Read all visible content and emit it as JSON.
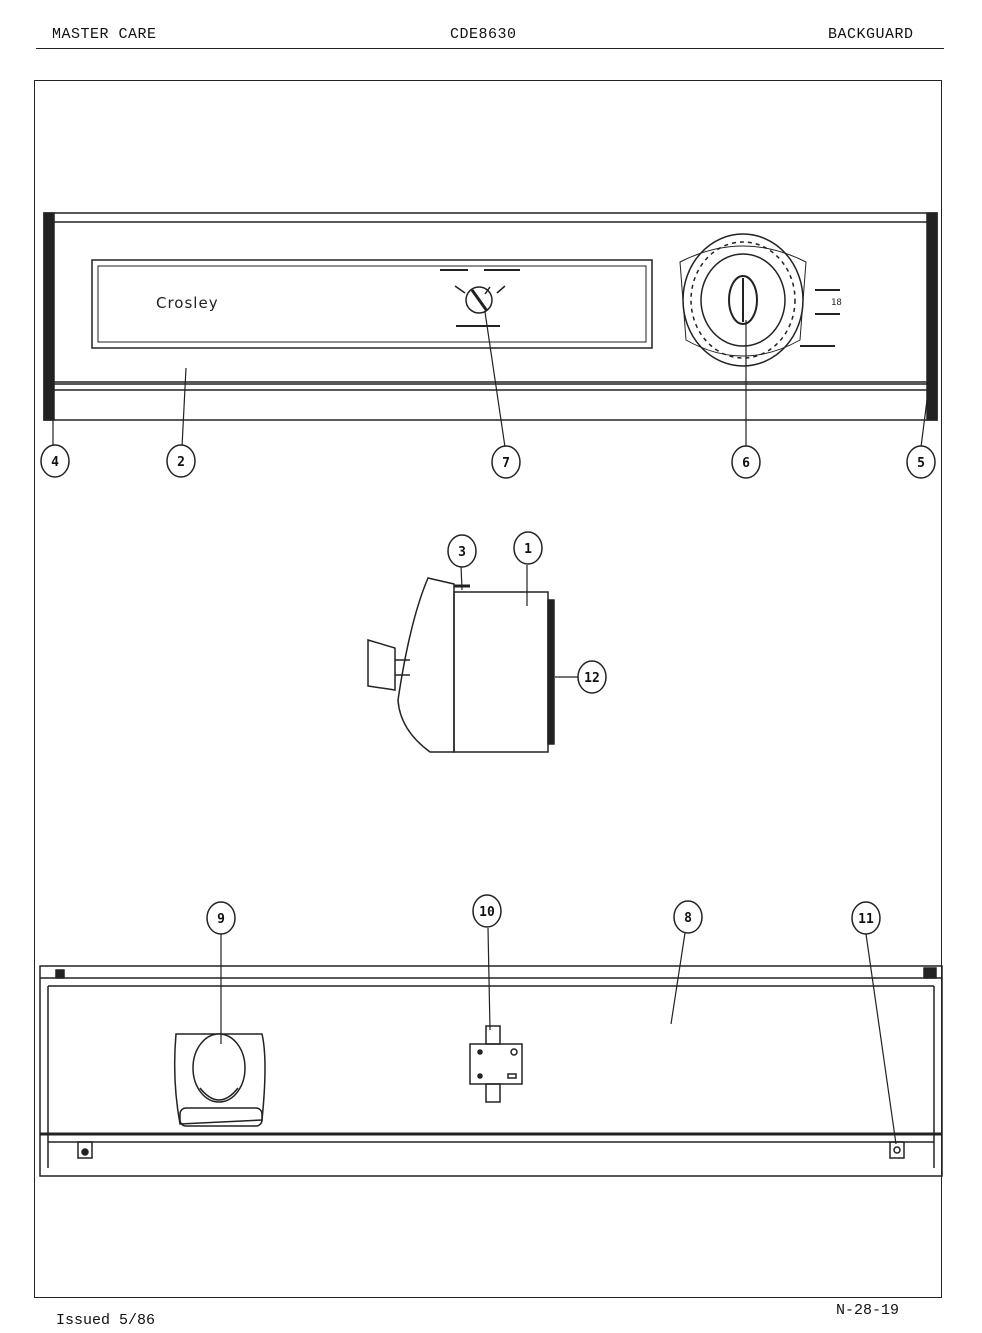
{
  "header": {
    "left": "MASTER CARE",
    "center": "CDE8630",
    "right": "BACKGUARD"
  },
  "brand_label": "Crosley",
  "dial_panel_number": "18",
  "callouts": [
    "1",
    "2",
    "3",
    "4",
    "5",
    "6",
    "7",
    "8",
    "9",
    "10",
    "11",
    "12"
  ],
  "footer": {
    "issued": "Issued 5/86",
    "page_code": "N-28-19"
  }
}
